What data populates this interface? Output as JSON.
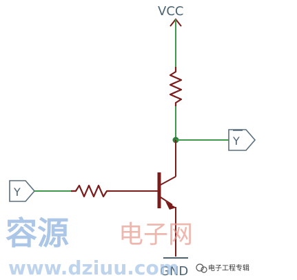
{
  "labels": {
    "vcc": "VCC",
    "gnd": "GND",
    "output": "Y",
    "input": "Y"
  },
  "watermarks": {
    "brand": "容源",
    "sub": "电子网",
    "url": "www.dziuu.com",
    "badge": "电子工程专辑"
  },
  "colors": {
    "wire_green": "#3c9a4a",
    "component": "#7a1c1c",
    "port_outline": "#5a6e7f"
  }
}
